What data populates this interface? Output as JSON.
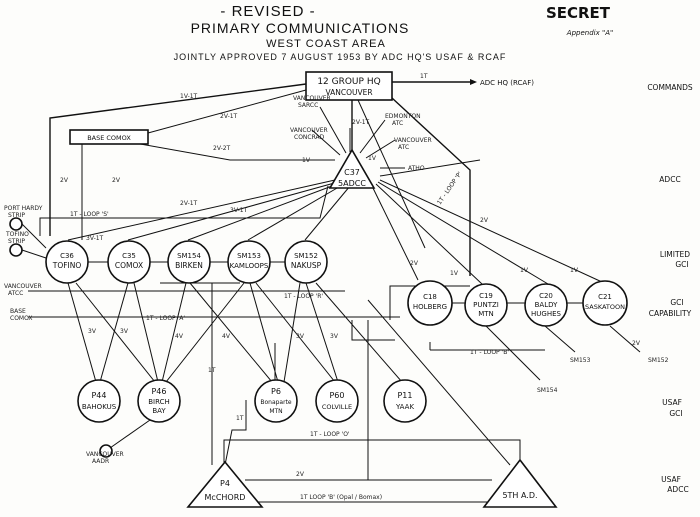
{
  "header": {
    "line1": "- REVISED -",
    "line2": "PRIMARY COMMUNICATIONS",
    "line3": "WEST COAST AREA",
    "line4": "JOINTLY APPROVED 7 AUGUST 1953 BY ADC HQ'S USAF & RCAF",
    "classification": "SECRET",
    "appendix": "Appendix \"A\""
  },
  "side_labels": {
    "commands": "COMMANDS",
    "adcc": "ADCC",
    "limited_gci_1": "LIMITED",
    "limited_gci_2": "GCI",
    "gci_cap_1": "GCI",
    "gci_cap_2": "CAPABILITY",
    "usaf_gci_1": "USAF",
    "usaf_gci_2": "GCI",
    "usaf_adcc_1": "USAF",
    "usaf_adcc_2": "ADCC"
  },
  "nodes": {
    "hq_1": "12 GROUP HQ",
    "hq_2": "VANCOUVER",
    "base_comox": "BASE COMOX",
    "adcc_1": "C37",
    "adcc_2": "5ADCC",
    "c36_1": "C36",
    "c36_2": "TOFINO",
    "c35_1": "C35",
    "c35_2": "COMOX",
    "sm154_1": "SM154",
    "sm154_2": "BIRKEN",
    "sm153_1": "SM153",
    "sm153_2": "KAMLOOPS",
    "sm152_1": "SM152",
    "sm152_2": "NAKUSP",
    "c18_1": "C18",
    "c18_2": "HOLBERG",
    "c19_1": "C19",
    "c19_2": "PUNTZI",
    "c19_3": "MTN",
    "c20_1": "C20",
    "c20_2": "BALDY",
    "c20_3": "HUGHES",
    "c21_1": "C21",
    "c21_2": "SASKATOON",
    "p44_1": "P44",
    "p44_2": "BAHOKUS",
    "p46_1": "P46",
    "p46_2": "BIRCH",
    "p46_3": "BAY",
    "p6_1": "P6",
    "p6_2": "Bonaparte",
    "p6_3": "MTN",
    "p60_1": "P60",
    "p60_2": "COLVILLE",
    "p11_1": "P11",
    "p11_2": "YAAK",
    "p4_1": "P4",
    "p4_2": "McCHORD",
    "ad_1": "5TH A.D."
  },
  "links": {
    "adc_hq": "ADC HQ (RCAF)",
    "l_1t": "1T",
    "l_1v1t": "1V-1T",
    "l_2v1t": "2V-1T",
    "vancouver_sarcc_1": "VANCOUVER",
    "vancouver_sarcc_2": "SARCC",
    "vancouver_concrad_1": "VANCOUVER",
    "vancouver_concrad_2": "CONCRAD",
    "edmonton_1": "EDMONTON",
    "edmonton_2": "ATC",
    "vancouver_atc_1": "VANCOUVER",
    "vancouver_atc_2": "ATC",
    "atho": "ATHO",
    "port_hardy_1": "PORT HARDY",
    "port_hardy_2": "STRIP",
    "tofino_strip_1": "TOFINO",
    "tofino_strip_2": "STRIP",
    "vancouver_atcc_1": "VANCOUVER",
    "vancouver_atcc_2": "ATCC",
    "base_comox_small_1": "BASE",
    "base_comox_small_2": "COMOX",
    "vancouver_aadr_1": "VANCOUVER",
    "vancouver_aadr_2": "AADR",
    "sm152_out": "SM152",
    "sm153_out": "SM153",
    "sm154_out": "SM154",
    "loop_s": "1T - LOOP 'S'",
    "loop_r": "1T - LOOP 'R'",
    "loop_a": "1T - LOOP 'A'",
    "loop_b": "1T - LOOP 'B'",
    "loop_p": "1T - LOOP 'P'",
    "loop_o": "1T - LOOP 'O'",
    "loop_b2": "1T LOOP 'B' (Opal / Bomax)",
    "v1": "1V",
    "v2": "2V",
    "v3": "3V",
    "v4": "4V",
    "t2v": "2V-2T",
    "t3v1t": "3V-1T",
    "t2v1t": "2V-1T"
  }
}
